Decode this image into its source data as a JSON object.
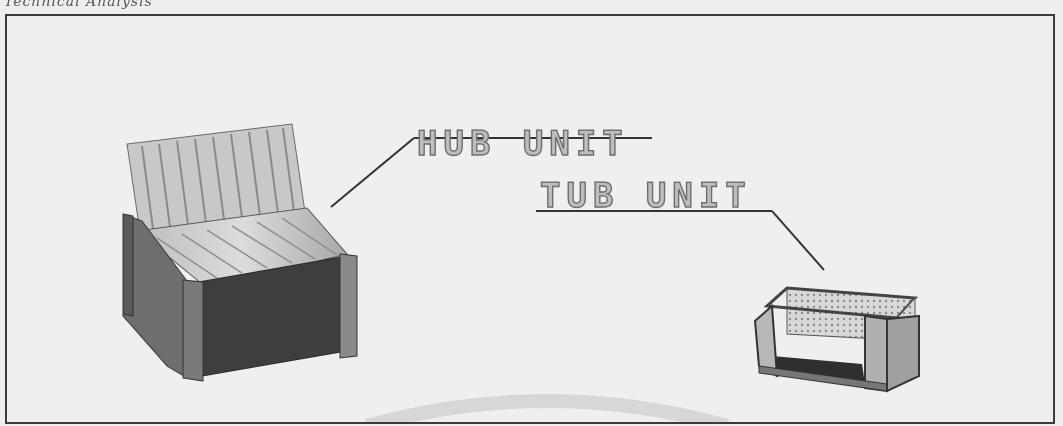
{
  "header": {
    "scribble_text": "Technical Analysis"
  },
  "labels": {
    "hub": "HUB UNIT",
    "tub": "TUB UNIT"
  },
  "colors": {
    "background": "#efefed",
    "frame": "#3c3c3c",
    "label_fill": "#bdbdbb",
    "label_outline": "#6e6e6e",
    "wood_light": "#d4d4d2",
    "wood_mid": "#9a9a98",
    "wood_dark": "#4a4a48"
  },
  "icons": [
    "armchair-illustration",
    "basket-illustration",
    "watermark-arc"
  ]
}
